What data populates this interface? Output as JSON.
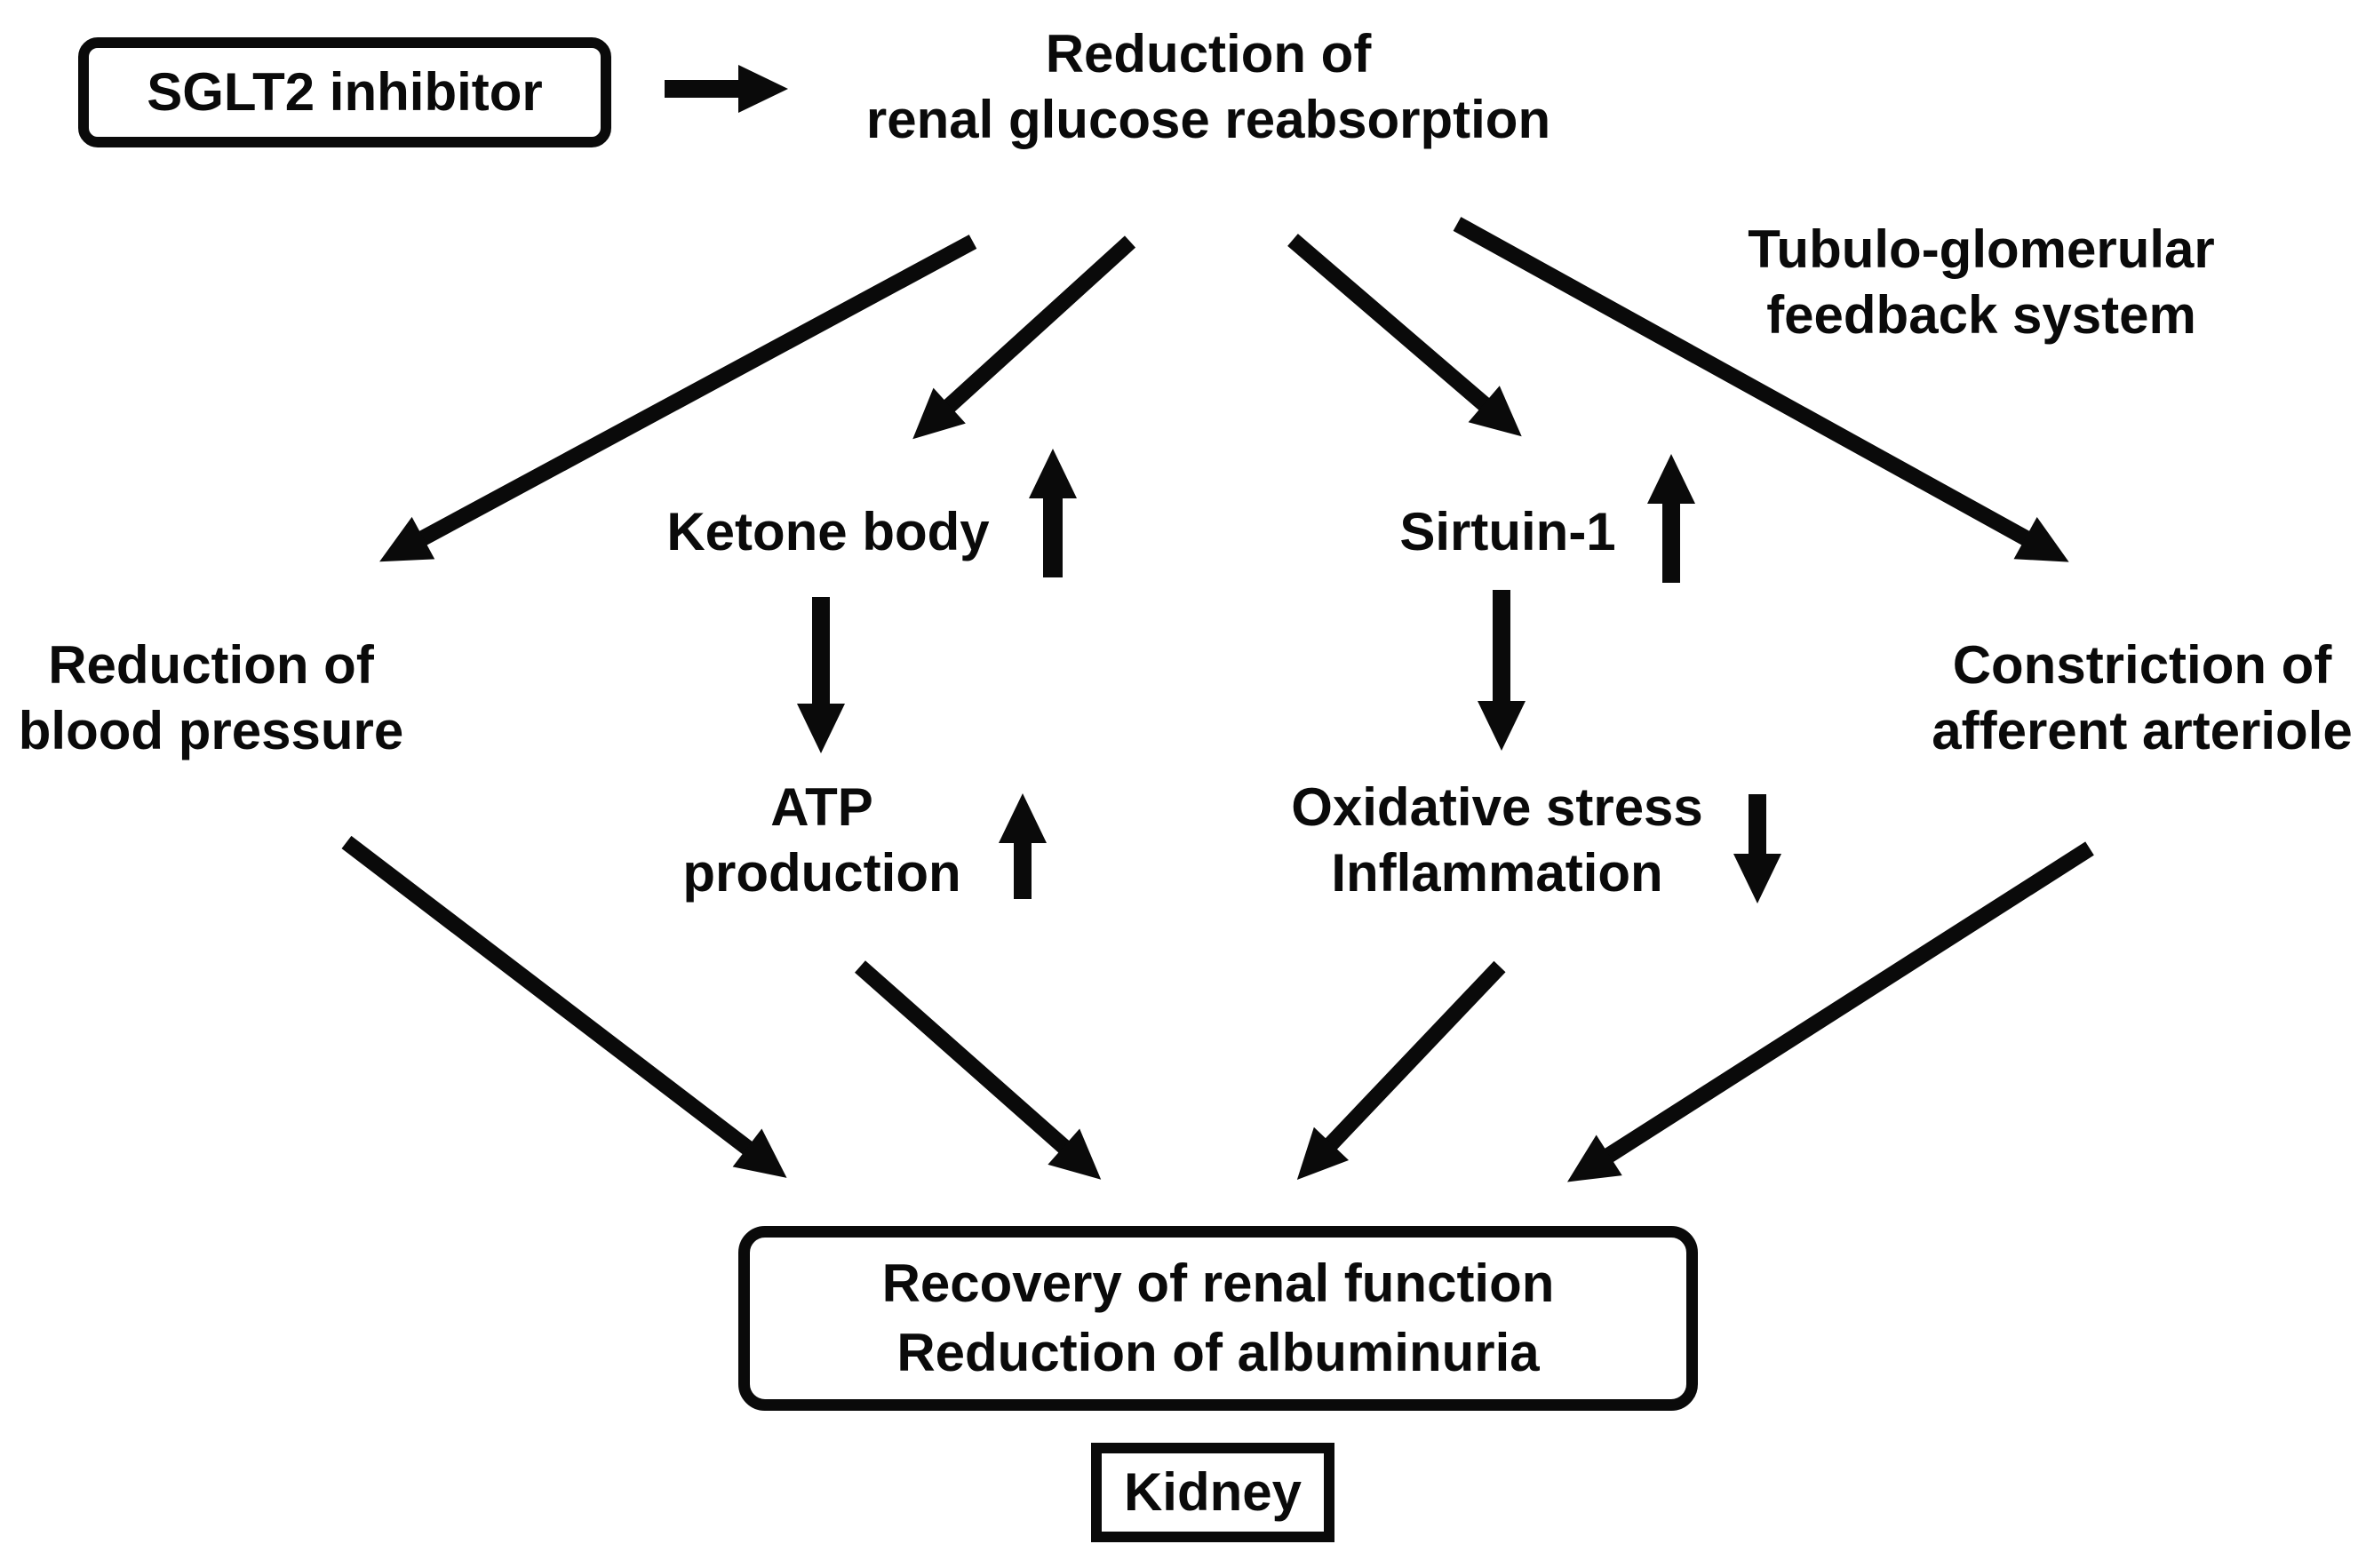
{
  "diagram": {
    "colors": {
      "ink": "#0a0a0a",
      "background": "#ffffff"
    },
    "nodes": {
      "sglt2": "SGLT2 inhibitor",
      "glucose": "Reduction of\nrenal glucose reabsorption",
      "tubulo": "Tubulo-glomerular\nfeedback system",
      "ketone": "Ketone body",
      "sirtuin": "Sirtuin-1",
      "blood_pressure": "Reduction of\nblood pressure",
      "constriction": "Constriction of\nafferent arteriole",
      "atp": "ATP\nproduction",
      "oxidative": "Oxidative stress\nInflammation",
      "recovery": "Recovery of renal function\nReduction of albuminuria",
      "kidney": "Kidney"
    }
  }
}
